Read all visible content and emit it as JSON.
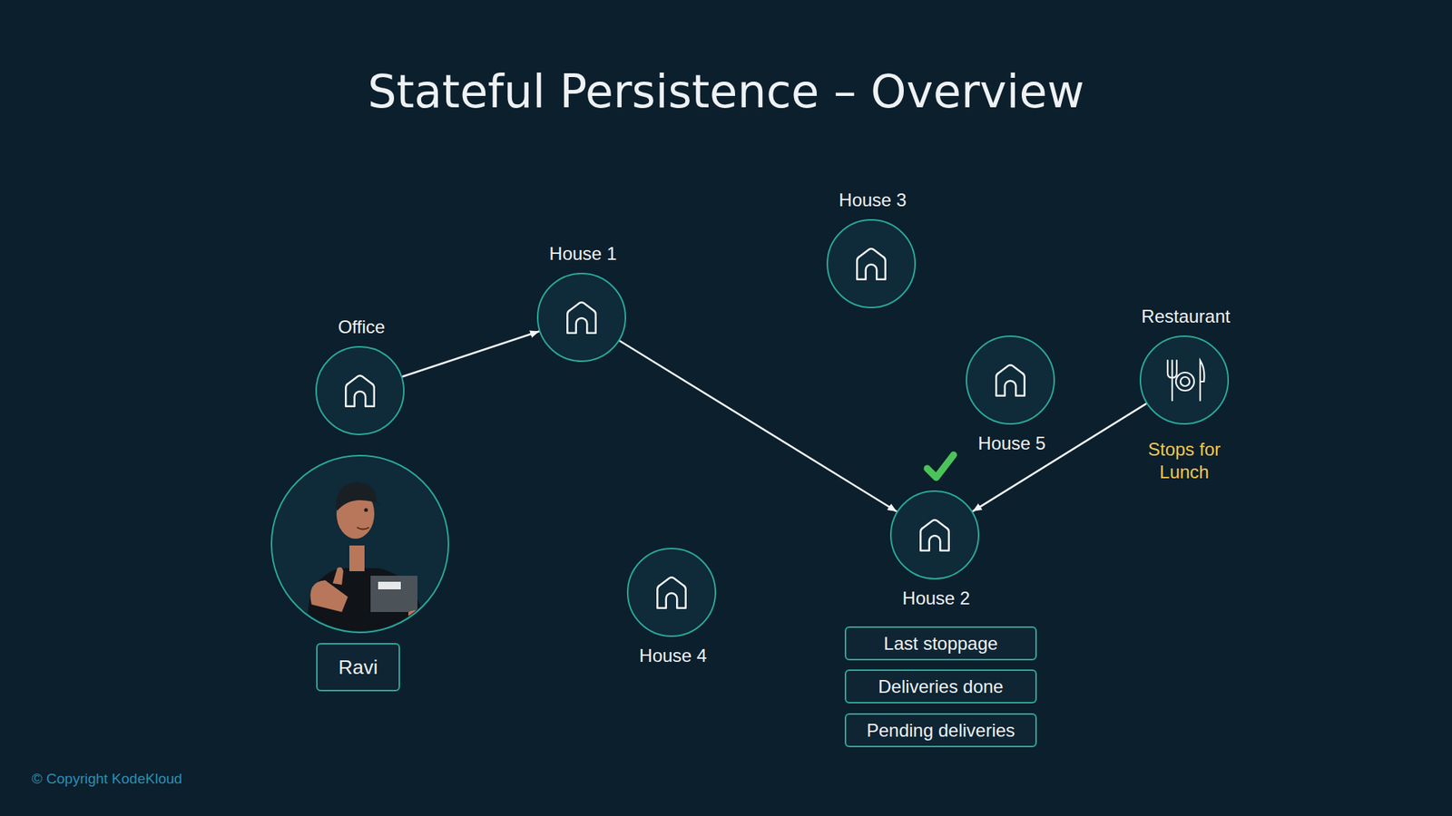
{
  "diagram": {
    "title": "Stateful Persistence – Overview",
    "nodes": [
      {
        "text": [
          "House 3"
        ]
      },
      {
        "text": [
          "House 1"
        ]
      },
      {
        "text": [
          "Office"
        ]
      },
      {
        "text": [
          "Restaurant"
        ]
      },
      {
        "text": [
          "House 5"
        ]
      },
      {
        "text": [
          "House 2"
        ]
      },
      {
        "text": [
          "House 4"
        ]
      },
      {
        "text": [
          "Ravi"
        ]
      },
      {
        "text": [
          "Last stoppage"
        ]
      },
      {
        "text": [
          "Deliveries done"
        ]
      },
      {
        "text": [
          "Pending deliveries"
        ]
      }
    ],
    "edges": [
      {
        "from": 2,
        "to": 1,
        "arrow": "to"
      },
      {
        "from": 1,
        "to": 5,
        "arrow": "to"
      },
      {
        "from": 3,
        "to": 5,
        "arrow": "to"
      }
    ],
    "labels": [
      "Stops for Lunch",
      "© Copyright KodeKloud"
    ]
  }
}
